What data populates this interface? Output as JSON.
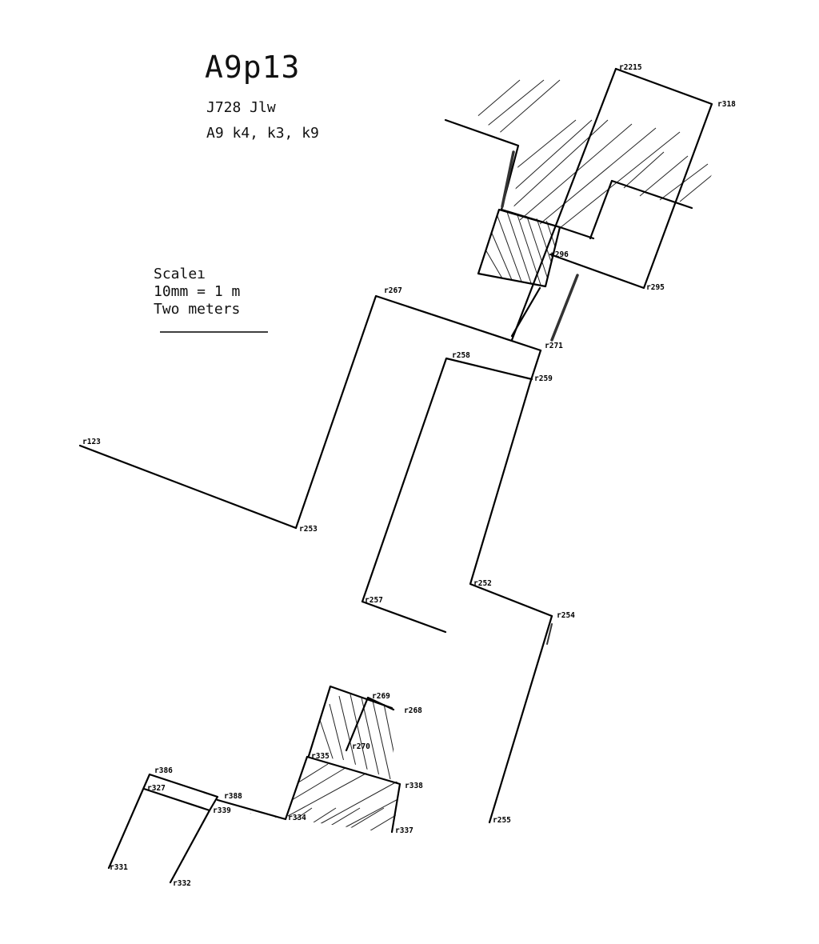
{
  "header": {
    "title": "A9p13",
    "line1": "J728 Jlw",
    "line2": "A9 k4, k3, k9"
  },
  "scale": {
    "label": "Scaleı",
    "ratio": "10mm = 1 m",
    "length": "Two meters"
  },
  "labels": {
    "r2215": "r2215",
    "r318": "r318",
    "r296": "r296",
    "r295": "r295",
    "r267": "r267",
    "r271": "r271",
    "r258": "r258",
    "r259": "r259",
    "r123": "r123",
    "r253": "r253",
    "r252": "r252",
    "r257": "r257",
    "r254": "r254",
    "r255": "r255",
    "r269": "r269",
    "r268": "r268",
    "r270": "r270",
    "r335": "r335",
    "r338": "r338",
    "r386": "r386",
    "r327": "r327",
    "r388": "r388",
    "r339": "r339",
    "r334": "r334",
    "r337": "r337",
    "r331": "r331",
    "r332": "r332"
  }
}
